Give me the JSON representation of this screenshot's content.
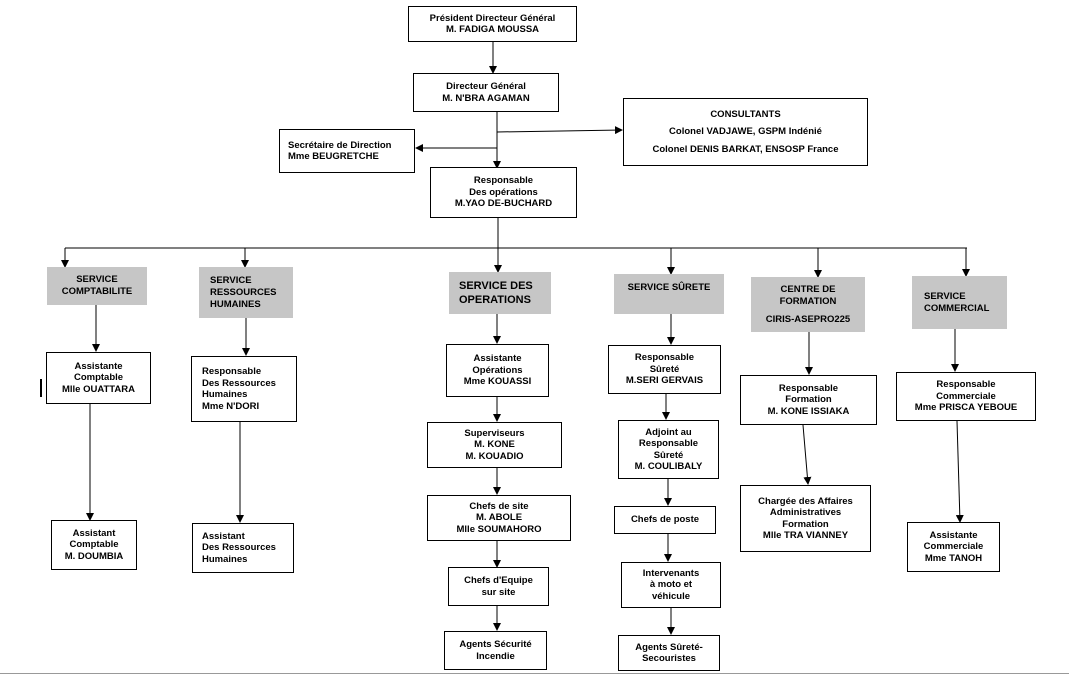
{
  "nodes": {
    "pdg": [
      "Président Directeur Général",
      "M. FADIGA  MOUSSA"
    ],
    "dg": [
      "Directeur Général",
      "M. N'BRA  AGAMAN"
    ],
    "secretaire": [
      "Secrétaire de Direction",
      "Mme BEUGRETCHE"
    ],
    "consultants": [
      "CONSULTANTS",
      "Colonel VADJAWE, GSPM Indénié",
      "Colonel DENIS BARKAT,  ENSOSP France"
    ],
    "ops_head": [
      "Responsable",
      "Des opérations",
      "M.YAO DE-BUCHARD"
    ],
    "svc_compta": [
      "SERVICE",
      "COMPTABILITE"
    ],
    "svc_rh": [
      "SERVICE",
      "RESSOURCES",
      "HUMAINES"
    ],
    "svc_ops": [
      "SERVICE DES",
      "OPERATIONS"
    ],
    "svc_surete": [
      "SERVICE SÛRETE"
    ],
    "svc_formation": [
      "CENTRE DE",
      "FORMATION",
      "",
      "CIRIS-ASEPRO225"
    ],
    "svc_commercial": [
      "SERVICE",
      "COMMERCIAL"
    ],
    "compta1": [
      "Assistante",
      "Comptable",
      "Mlle OUATTARA"
    ],
    "compta2": [
      "Assistant",
      "Comptable",
      "M. DOUMBIA"
    ],
    "rh1": [
      "Responsable",
      "Des Ressources",
      "Humaines",
      "Mme N'DORI"
    ],
    "rh2": [
      "Assistant",
      "Des Ressources",
      "Humaines"
    ],
    "ops1": [
      "Assistante",
      "Opérations",
      "Mme KOUASSI"
    ],
    "ops2": [
      "Superviseurs",
      "M. KONE",
      "M. KOUADIO"
    ],
    "ops3": [
      "Chefs de site",
      "M. ABOLE",
      "Mlle SOUMAHORO"
    ],
    "ops4": [
      "Chefs d'Equipe",
      "sur site"
    ],
    "ops5": [
      "Agents  Sécurité",
      "Incendie"
    ],
    "sur1": [
      "Responsable",
      "Sûreté",
      "M.SERI GERVAIS"
    ],
    "sur2": [
      "Adjoint au",
      "Responsable",
      "Sûreté",
      "M. COULIBALY"
    ],
    "sur3": [
      "Chefs  de poste"
    ],
    "sur4": [
      "Intervenants",
      "à moto et",
      "véhicule"
    ],
    "sur5": [
      "Agents  Sûreté-",
      "Secouristes"
    ],
    "form1": [
      "Responsable",
      "Formation",
      "M. KONE  ISSIAKA"
    ],
    "form2": [
      "Chargée des Affaires",
      "Administratives",
      "Formation",
      "Mlle TRA VIANNEY"
    ],
    "com1": [
      "Responsable",
      "Commerciale",
      "Mme PRISCA  YEBOUE"
    ],
    "com2": [
      "Assistante",
      "Commerciale",
      "Mme TANOH"
    ]
  },
  "colors": {
    "service_fill": "#c6c6c6",
    "line": "#000000"
  }
}
